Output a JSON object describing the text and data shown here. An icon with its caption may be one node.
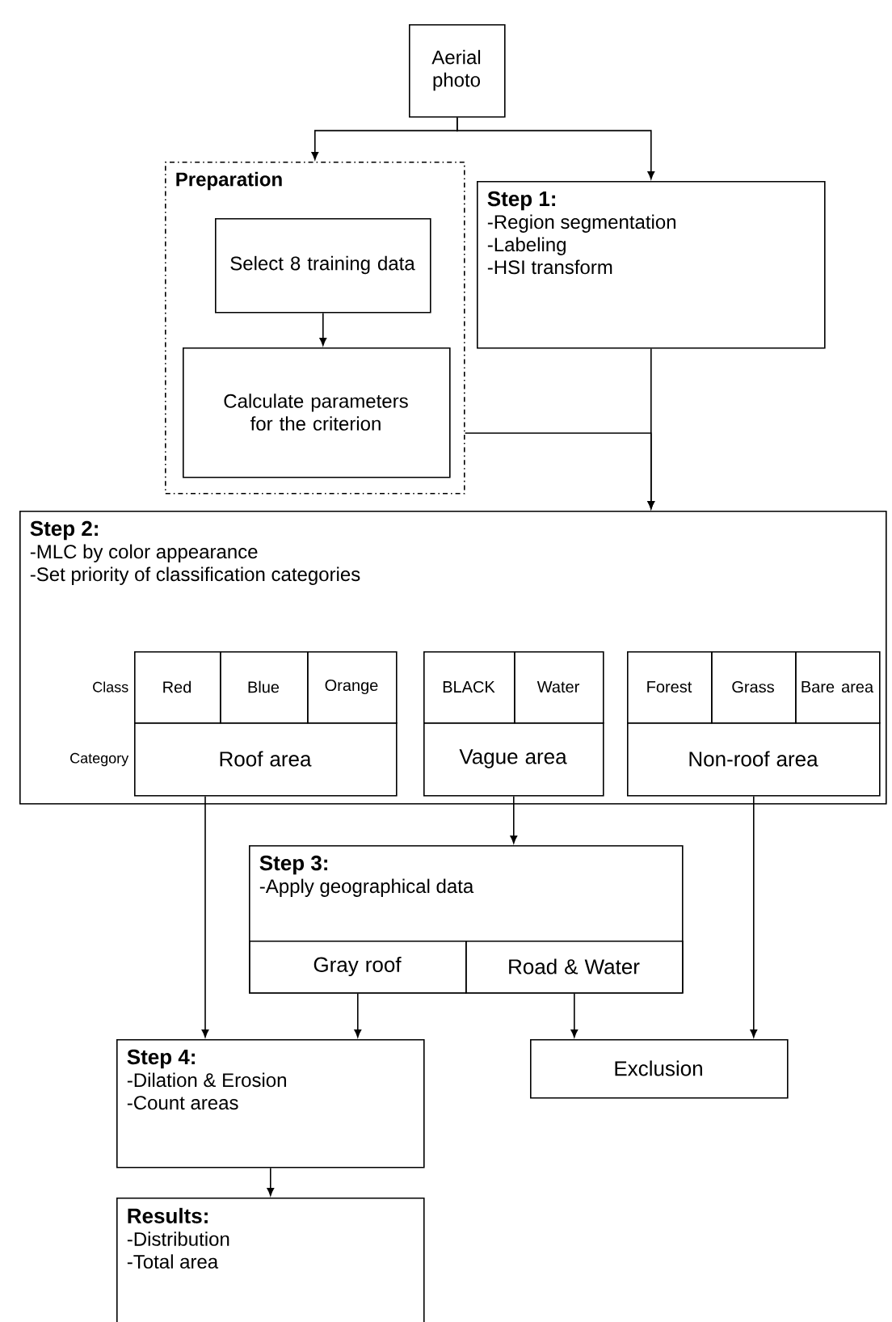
{
  "diagram": {
    "nodes": [
      {
        "text": [
          "Aerial photo"
        ]
      },
      {
        "text": [
          "Preparation"
        ]
      },
      {
        "text": [
          "Select 8 training data"
        ],
        "in": 1
      },
      {
        "text": [
          "Calculate parameters for the criterion"
        ],
        "in": 1
      },
      {
        "text": [
          "Step 1:",
          "-Region segmentation",
          "-Labeling",
          "-HSI transform"
        ]
      },
      {
        "text": [
          "Step 2:",
          "-MLC by color appearance",
          "-Set priority of classification categories"
        ]
      },
      {
        "text": [
          "Red"
        ],
        "in": 5
      },
      {
        "text": [
          "Blue"
        ],
        "in": 5
      },
      {
        "text": [
          "Orange"
        ],
        "in": 5
      },
      {
        "text": [
          "Roof area"
        ],
        "in": 5
      },
      {
        "text": [
          "BLACK"
        ],
        "in": 5
      },
      {
        "text": [
          "Water"
        ],
        "in": 5
      },
      {
        "text": [
          "Vague area"
        ],
        "in": 5
      },
      {
        "text": [
          "Forest"
        ],
        "in": 5
      },
      {
        "text": [
          "Grass"
        ],
        "in": 5
      },
      {
        "text": [
          "Bare area"
        ],
        "in": 5
      },
      {
        "text": [
          "Non-roof area"
        ],
        "in": 5
      },
      {
        "text": [
          "Step 3:",
          "-Apply geographical data"
        ]
      },
      {
        "text": [
          "Gray roof"
        ],
        "in": 17
      },
      {
        "text": [
          "Road & Water"
        ],
        "in": 17
      },
      {
        "text": [
          "Step 4:",
          "-Dilation & Erosion",
          "-Count areas"
        ]
      },
      {
        "text": [
          "Exclusion"
        ]
      },
      {
        "text": [
          "Results:",
          "-Distribution",
          "-Total area"
        ]
      }
    ],
    "edges": [
      {
        "from": 0,
        "to": 1,
        "arrow": "to"
      },
      {
        "from": 0,
        "to": 4,
        "arrow": "to"
      },
      {
        "from": 2,
        "to": 3,
        "arrow": "to"
      },
      {
        "from": 1,
        "to": 5,
        "arrow": "to"
      },
      {
        "from": 4,
        "to": 5,
        "arrow": "to"
      },
      {
        "from": 9,
        "to": 20,
        "arrow": "to"
      },
      {
        "from": 12,
        "to": 17,
        "arrow": "to"
      },
      {
        "from": 16,
        "to": 21,
        "arrow": "to"
      },
      {
        "from": 18,
        "to": 20,
        "arrow": "to"
      },
      {
        "from": 19,
        "to": 21,
        "arrow": "to"
      },
      {
        "from": 20,
        "to": 22,
        "arrow": "to"
      }
    ],
    "labels": [
      "Class",
      "Category"
    ]
  }
}
